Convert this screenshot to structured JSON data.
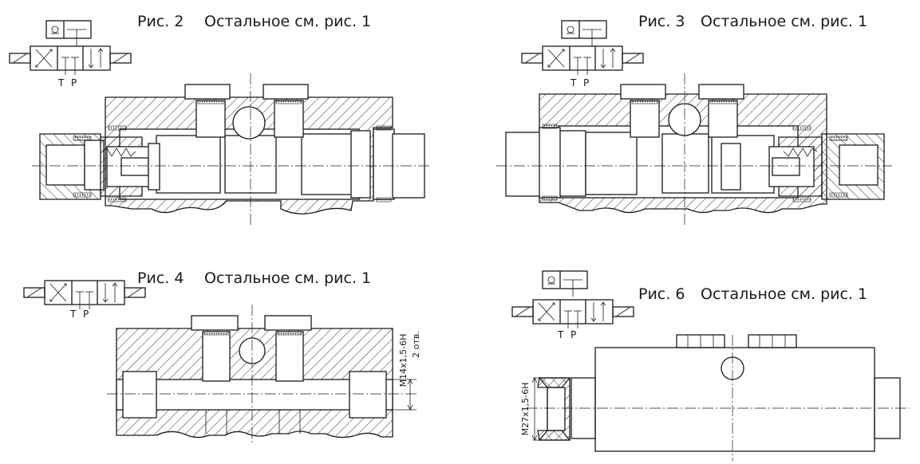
{
  "figures": [
    {
      "id": "fig2",
      "caption": "Рис. 2",
      "note": "Остальное см. рис. 1",
      "ports": {
        "t": "T",
        "p": "P"
      }
    },
    {
      "id": "fig3",
      "caption": "Рис. 3",
      "note": "Остальное см. рис. 1",
      "ports": {
        "t": "T",
        "p": "P"
      }
    },
    {
      "id": "fig4",
      "caption": "Рис. 4",
      "note": "Остальное см. рис. 1",
      "ports": {
        "t": "T",
        "p": "P"
      },
      "dimensions": {
        "thread": "M14x1,5-6H",
        "count": "2 отв."
      }
    },
    {
      "id": "fig6",
      "caption": "Рис. 6",
      "note": "Остальное см. рис. 1",
      "ports": {
        "t": "T",
        "p": "P"
      },
      "dimensions": {
        "thread": "M27x1,5-6H"
      }
    }
  ]
}
